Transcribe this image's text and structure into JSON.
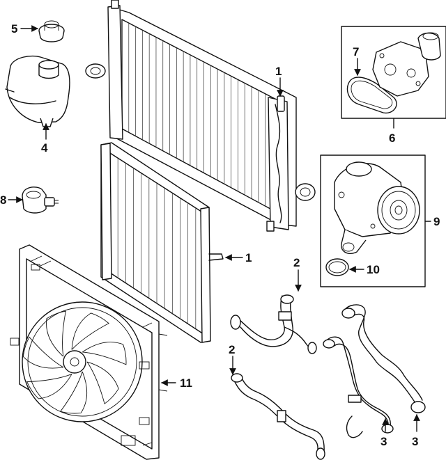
{
  "callouts": {
    "c1a": "1",
    "c1b": "1",
    "c2a": "2",
    "c2b": "2",
    "c3a": "3",
    "c3b": "3",
    "c4": "4",
    "c5": "5",
    "c6": "6",
    "c7": "7",
    "c8": "8",
    "c9": "9",
    "c10": "10",
    "c11": "11"
  }
}
